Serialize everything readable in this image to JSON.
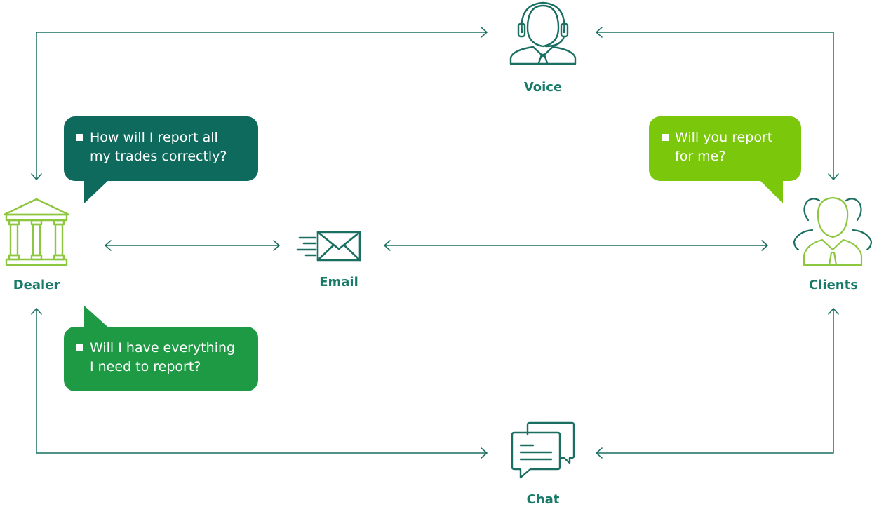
{
  "colors": {
    "connector": "#1a6f62",
    "dealer_green": "#8dc63f",
    "bubble_dealer_top": "#0e6a5c",
    "bubble_dealer_bottom": "#1e9a45",
    "bubble_clients": "#7ac70c",
    "label": "#1a7a6a",
    "clients_icon": "#8dc63f",
    "clients_back_icon": "#1a6f62",
    "channel_icon": "#1a6f62"
  },
  "nodes": {
    "dealer": {
      "label": "Dealer",
      "icon": "bank-building-icon"
    },
    "clients": {
      "label": "Clients",
      "icon": "people-group-icon"
    },
    "voice": {
      "label": "Voice",
      "icon": "headset-person-icon"
    },
    "email": {
      "label": "Email",
      "icon": "envelope-icon"
    },
    "chat": {
      "label": "Chat",
      "icon": "chat-bubbles-icon"
    }
  },
  "bubbles": {
    "dealer_question_1": {
      "lines": [
        "How will I report all",
        "my trades correctly?"
      ]
    },
    "dealer_question_2": {
      "lines": [
        "Will I have everything",
        "I need to report?"
      ]
    },
    "clients_question": {
      "lines": [
        "Will you report",
        "for me?"
      ]
    }
  }
}
